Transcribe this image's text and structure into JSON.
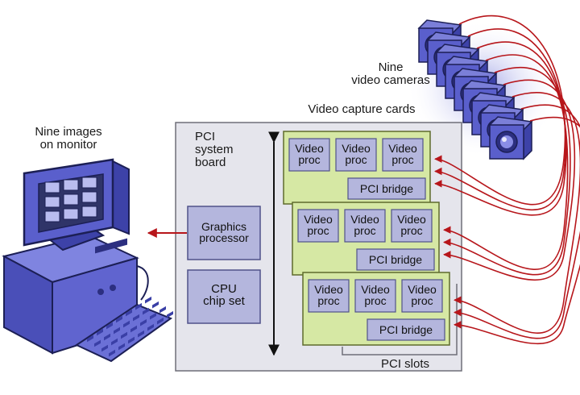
{
  "labels": {
    "monitor": [
      "Nine images",
      "on monitor"
    ],
    "cameras": [
      "Nine",
      "video cameras"
    ],
    "capture_cards": "Video capture cards",
    "board": [
      "PCI",
      "system",
      "board"
    ],
    "graphics": [
      "Graphics",
      "processor"
    ],
    "cpu": [
      "CPU",
      "chip set"
    ],
    "pci_slots": "PCI slots"
  },
  "cards": [
    {
      "processors": [
        [
          "Video",
          "proc"
        ],
        [
          "Video",
          "proc"
        ],
        [
          "Video",
          "proc"
        ]
      ],
      "bridge": "PCI bridge"
    },
    {
      "processors": [
        [
          "Video",
          "proc"
        ],
        [
          "Video",
          "proc"
        ],
        [
          "Video",
          "proc"
        ]
      ],
      "bridge": "PCI bridge"
    },
    {
      "processors": [
        [
          "Video",
          "proc"
        ],
        [
          "Video",
          "proc"
        ],
        [
          "Video",
          "proc"
        ]
      ],
      "bridge": "PCI bridge"
    }
  ],
  "colors": {
    "board_fill": "#e5e5ec",
    "card_fill": "#d6e8a4",
    "module_fill": "#b4b6dd",
    "signal": "#b7161b",
    "computer": "#5a5fcc",
    "screen": "#2f3468"
  }
}
